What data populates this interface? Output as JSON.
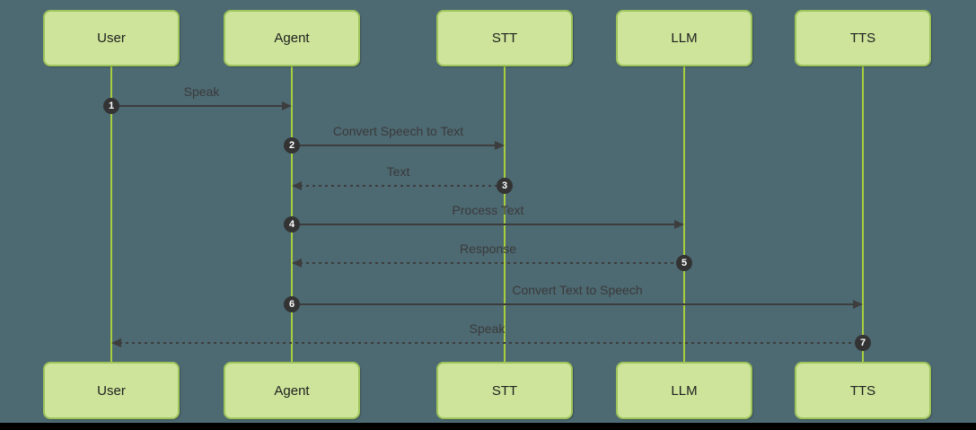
{
  "diagram": {
    "type": "sequence",
    "colors": {
      "background": "#4d6972",
      "actor_fill": "#cde49a",
      "actor_border": "#9ec45c",
      "lifeline": "#a9ce3e",
      "arrow": "#3d3d3d",
      "badge_fill": "#333333",
      "badge_text": "#ffffff",
      "label_text": "#3a3a3a",
      "bottom_strip": "#000000"
    },
    "actors": [
      {
        "name": "User"
      },
      {
        "name": "Agent"
      },
      {
        "name": "STT"
      },
      {
        "name": "LLM"
      },
      {
        "name": "TTS"
      }
    ],
    "messages": [
      {
        "number": "1",
        "label": "Speak",
        "from": "User",
        "to": "Agent",
        "line": "solid"
      },
      {
        "number": "2",
        "label": "Convert Speech to Text",
        "from": "Agent",
        "to": "STT",
        "line": "solid"
      },
      {
        "number": "3",
        "label": "Text",
        "from": "STT",
        "to": "Agent",
        "line": "dashed"
      },
      {
        "number": "4",
        "label": "Process Text",
        "from": "Agent",
        "to": "LLM",
        "line": "solid"
      },
      {
        "number": "5",
        "label": "Response",
        "from": "LLM",
        "to": "Agent",
        "line": "dashed"
      },
      {
        "number": "6",
        "label": "Convert Text to Speech",
        "from": "Agent",
        "to": "TTS",
        "line": "solid"
      },
      {
        "number": "7",
        "label": "Speak",
        "from": "TTS",
        "to": "User",
        "line": "dashed"
      }
    ]
  }
}
